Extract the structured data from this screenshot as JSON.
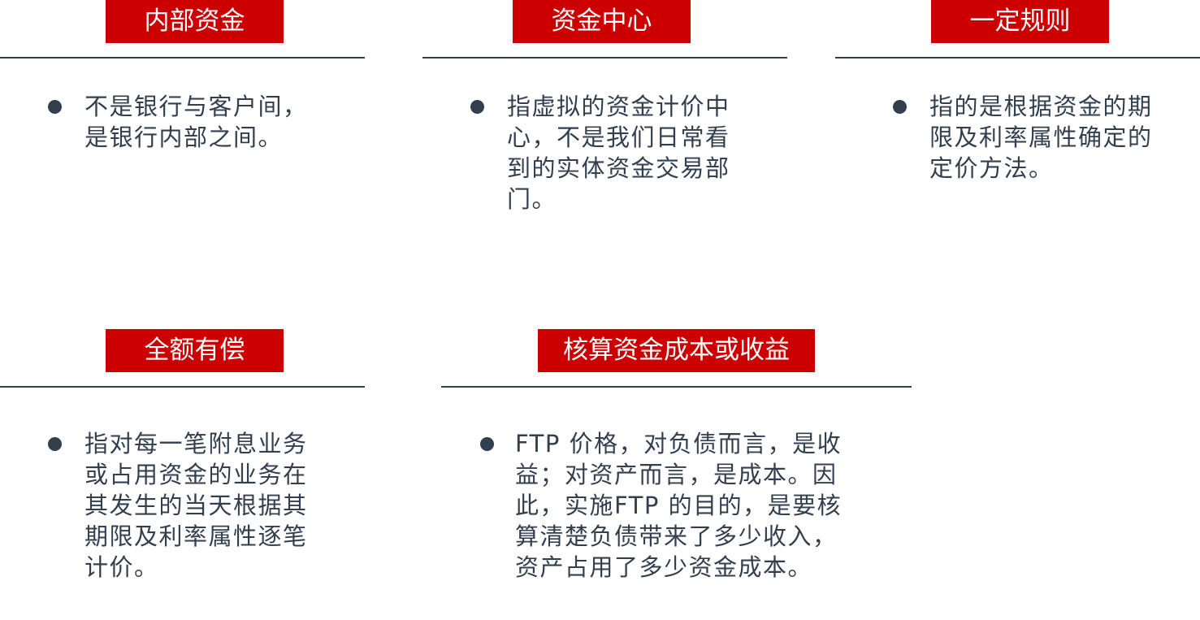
{
  "colors": {
    "accent": "#cc0000",
    "text": "#323f4f"
  },
  "blocks": [
    {
      "title": "内部资金",
      "lines": [
        "不是银行与客户间，",
        "是银行内部之间。"
      ]
    },
    {
      "title": "资金中心",
      "lines": [
        "指虚拟的资金计价中",
        "心，不是我们日常看",
        "到的实体资金交易部",
        "门。"
      ]
    },
    {
      "title": "一定规则",
      "lines": [
        "指的是根据资金的期",
        "限及利率属性确定的",
        "定价方法。"
      ]
    },
    {
      "title": "全额有偿",
      "lines": [
        "指对每一笔附息业务",
        "或占用资金的业务在",
        "其发生的当天根据其",
        "期限及利率属性逐笔",
        "计价。"
      ]
    },
    {
      "title": "核算资金成本或收益",
      "lines": [
        "FTP 价格，对负债而言，是收",
        "益；对资产而言，是成本。因",
        "此，实施FTP 的目的，是要核",
        "算清楚负债带来了多少收入，",
        "资产占用了多少资金成本。"
      ]
    }
  ]
}
